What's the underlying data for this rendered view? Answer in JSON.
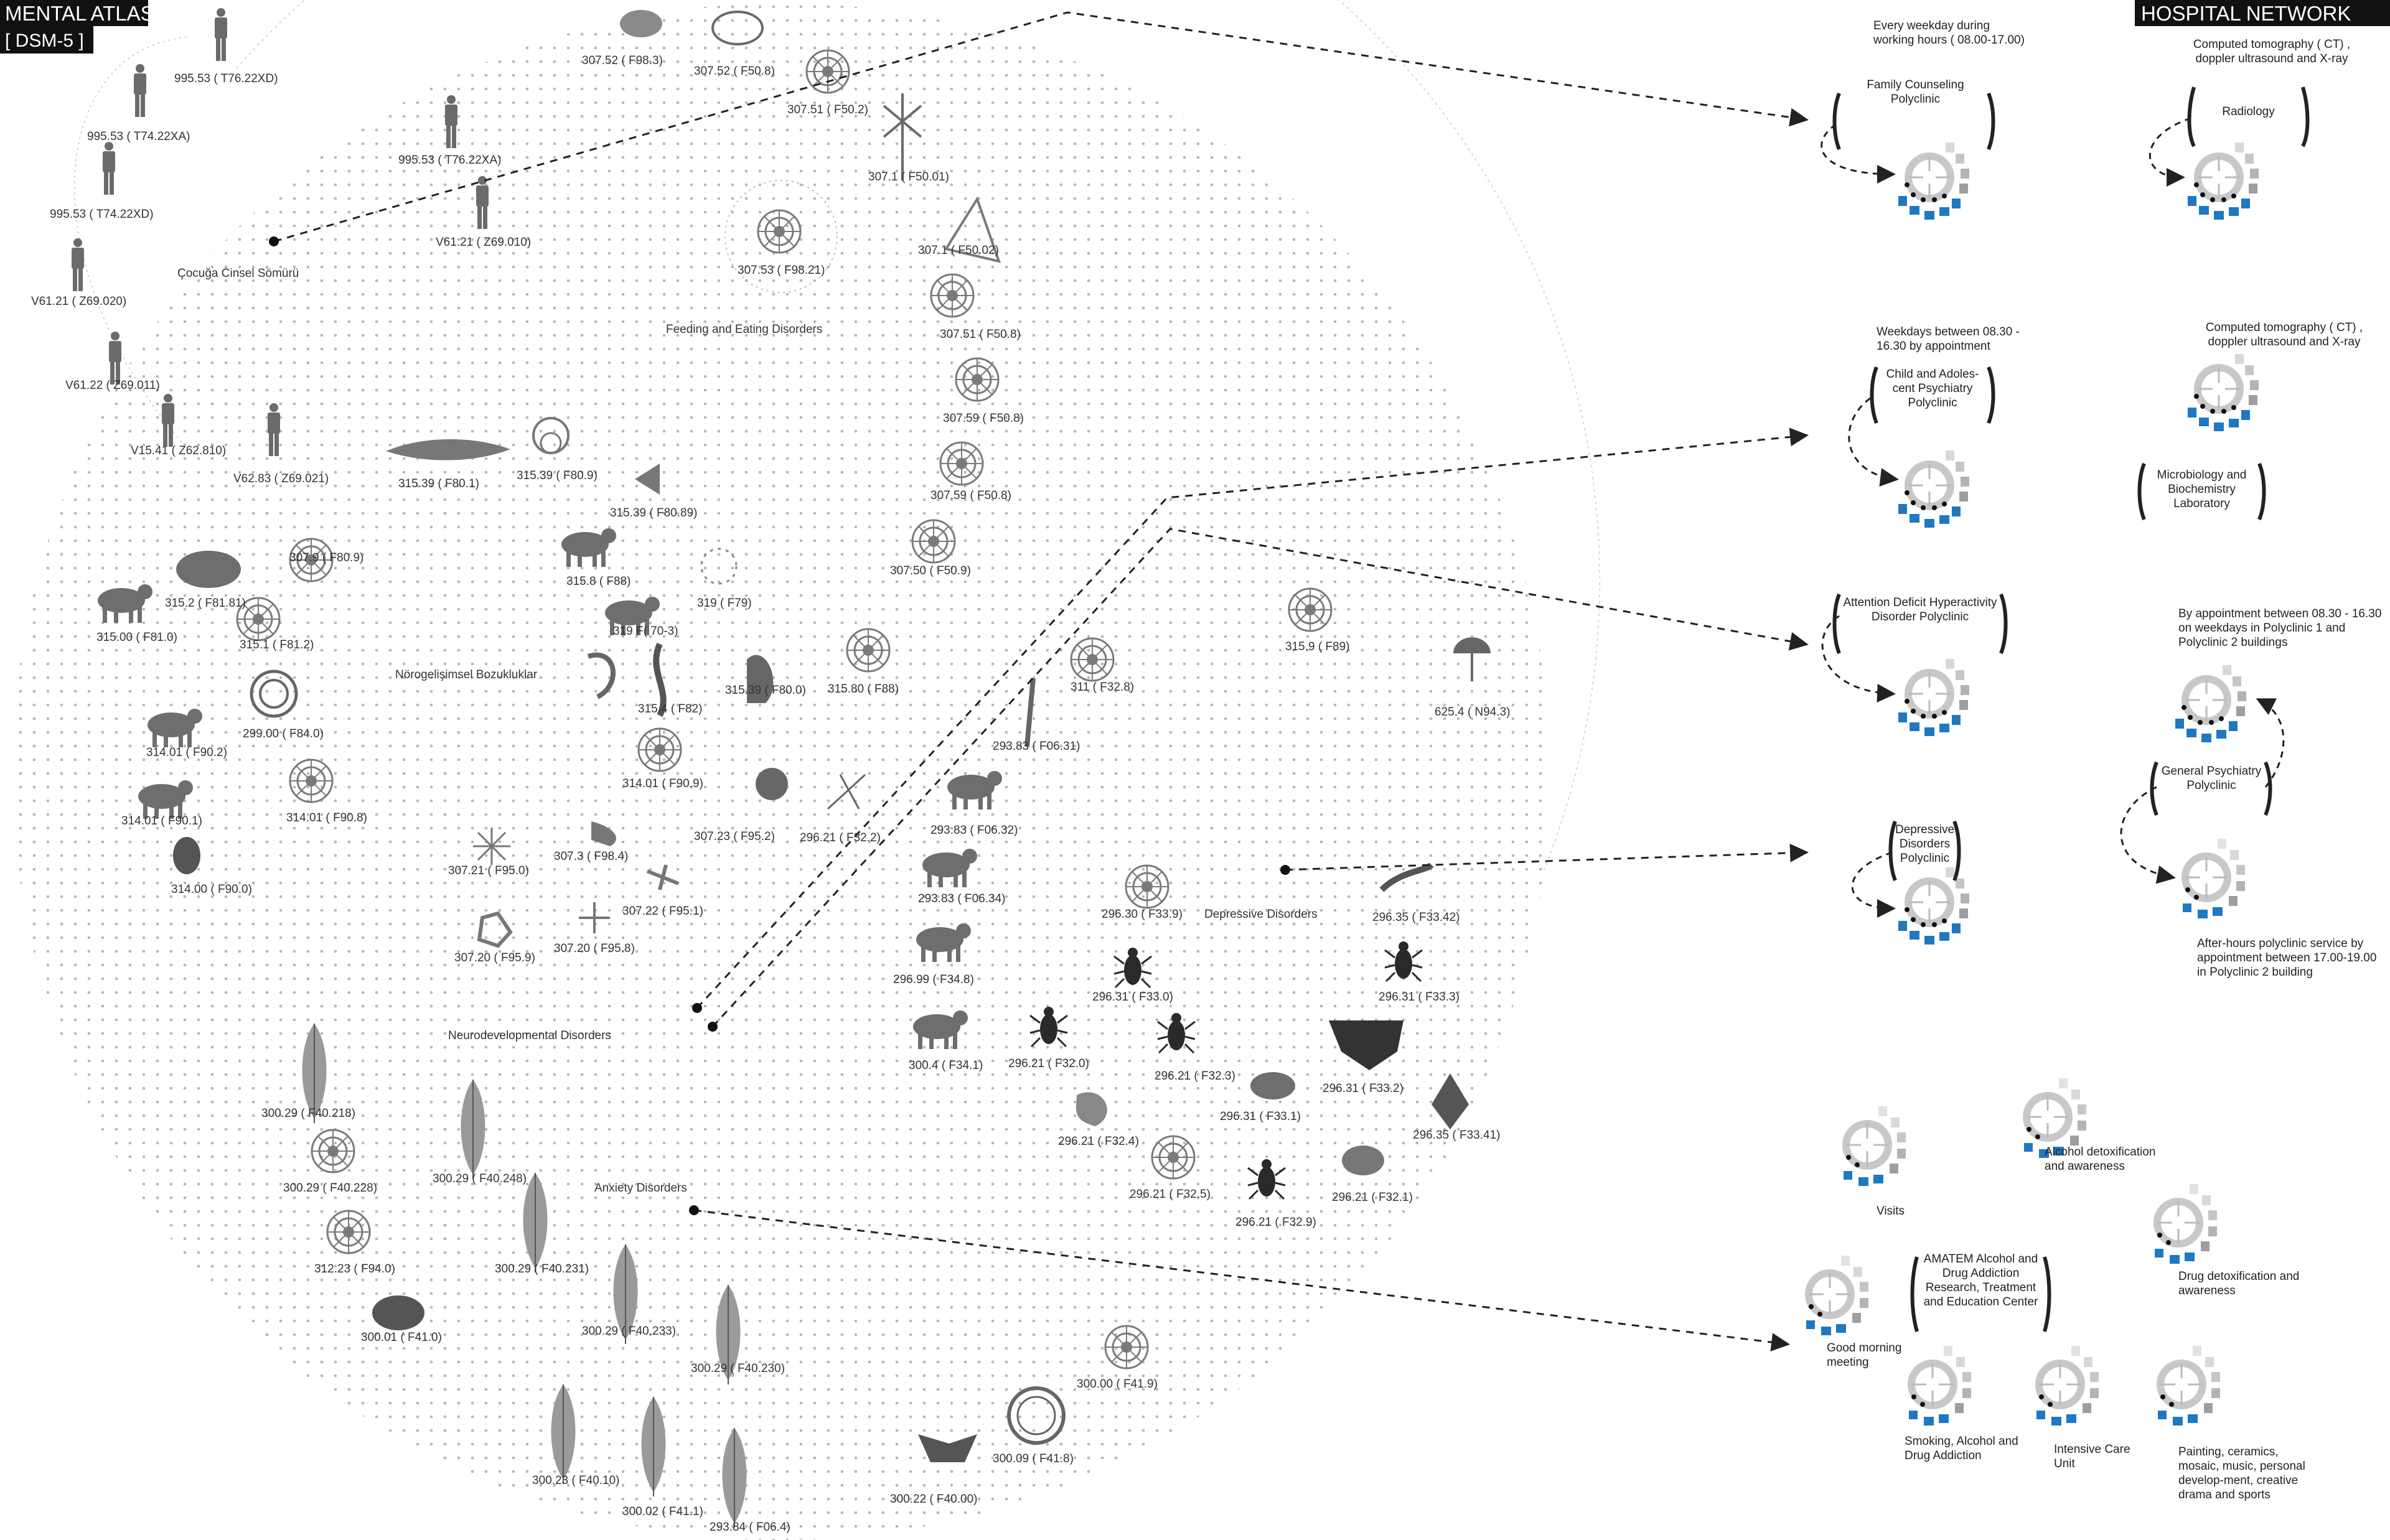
{
  "header_left": {
    "title": "MENTAL ATLAS",
    "subtitle": "[ DSM-5 ]"
  },
  "header_right": {
    "title": "HOSPITAL NETWORK"
  },
  "cluster_labels": {
    "cocuga": "Çocuğa Cinsel Sömürü",
    "feeding": "Feeding and Eating Disorders",
    "norogelisimsel": "Nörogelişimsel Bozukluklar",
    "neurodevelopmental": "Neurodevelopmental Disorders",
    "depressive": "Depressive Disorders",
    "anxiety": "Anxiety Disorders"
  },
  "codes": [
    "995.53 ( T76.22XD)",
    "995.53 ( T74.22XA)",
    "995.53 ( T74.22XD)",
    "995.53 ( T76.22XA)",
    "V61.21 ( Z69.020)",
    "V61.21 ( Z69.010)",
    "V61.22 ( Z69.011)",
    "V15.41 ( Z62.810)",
    "V62.83 ( Z69.021)",
    "307.52 ( F98.3)",
    "307.52 ( F50.8)",
    "307.51 ( F50.2)",
    "307.1 ( F50.01)",
    "307.1 ( F50.02)",
    "307.53 ( F98.21)",
    "307.51 ( F50.8)",
    "307.59 ( F50.8)",
    "307.59 ( F50.8)",
    "307.50 ( F50.9)",
    "315.39 ( F80.1)",
    "315.39 ( F80.9)",
    "315.39 ( F80.89)",
    "307.9 ( F80.9)",
    "315.8 ( F88)",
    "319 F( 70-3)",
    "319 ( F79)",
    "315.2 ( F81.81)",
    "315.1 ( F81.2)",
    "315.00 ( F81.0)",
    "315.4 ( F82)",
    "315.39 ( F80.0)",
    "315.80 ( F88)",
    "311 ( F32.8)",
    "315.9 ( F89)",
    "625.4 ( N94.3)",
    "299.00 ( F84.0)",
    "314.01 ( F90.2)",
    "314.01 ( F90.9)",
    "314.01 ( F90.1)",
    "314.01 ( F90.8)",
    "314.00 ( F90.0)",
    "293.83 ( F06.31)",
    "307.23 ( F95.2)",
    "296.21 ( F32.2)",
    "293.83 ( F06.32)",
    "307.21 ( F95.0)",
    "307.3 ( F98.4)",
    "307.22 ( F95.1)",
    "307.20 ( F95.9)",
    "307.20 ( F95.8)",
    "293.83 ( F06.34)",
    "296.30 ( F33.9)",
    "296.35 ( F33.42)",
    "296.99 ( F34.8)",
    "296.31 ( F33.0)",
    "296.31 ( F33.3)",
    "300.4 ( F34.1)",
    "296.21 ( F32.0)",
    "296.21 ( F32.3)",
    "296.31 ( F33.2)",
    "296.31 ( F33.1)",
    "296.35 ( F33.41)",
    "296.21 ( F32.4)",
    "296.21 ( F32.5)",
    "296.21 ( F32.9)",
    "296.21 ( F32.1)",
    "300.29 ( F40.218)",
    "300.29 ( F40.228)",
    "300.29 ( F40.248)",
    "312.23 ( F94.0)",
    "300.29 ( F40.231)",
    "300.01 ( F41.0)",
    "300.29 ( F40.233)",
    "300.29 ( F40.230)",
    "300.00 ( F41.9)",
    "300.23 ( F40.10)",
    "300.02 ( F41.1)",
    "293.84 ( F06.4)",
    "300.09 ( F41.8)",
    "300.22 ( F40.00)"
  ],
  "hospital": {
    "family_hours": "Every weekday during working hours ( 08.00-17.00)",
    "family": "Family Counseling Polyclinic",
    "radiology_note": "Computed tomography ( CT) , doppler ultrasound and X-ray",
    "radiology": "Radiology",
    "child_hours": "Weekdays between 08.30 - 16.30 by appointment",
    "child": "Child and Adoles-cent Psychiatry Polyclinic",
    "ct_note": "Computed tomography ( CT) , doppler ultrasound and X-ray",
    "micro": "Microbiology and Biochemistry Laboratory",
    "adhd": "Attention Deficit Hyperactivity Disorder Polyclinic",
    "general_hours": "By appointment between 08.30 - 16.30 on weekdays in Polyclinic 1 and Polyclinic 2 buildings",
    "general": "General Psychiatry Polyclinic",
    "depressive": "Depressive Disorders Polyclinic",
    "afterhours": "After-hours polyclinic service by appointment between 17.00-19.00 in Polyclinic 2 building",
    "alcohol_detox": "Alcohol detoxification and awareness",
    "visits": "Visits",
    "drug_detox": "Drug detoxification and awareness",
    "amatem": "AMATEM Alcohol and Drug Addiction Research, Treatment and Education Center",
    "good_morning": "Good morning meeting",
    "smoking": "Smoking, Alcohol and Drug Addiction",
    "icu": "Intensive Care Unit",
    "painting": "Painting, ceramics, mosaic, music, personal develop-ment, creative drama and sports"
  },
  "colors": {
    "accent": "#1f78c1",
    "ring": "#cfcfcf",
    "dark": "#111111",
    "glyph": "#7a7a7a"
  }
}
